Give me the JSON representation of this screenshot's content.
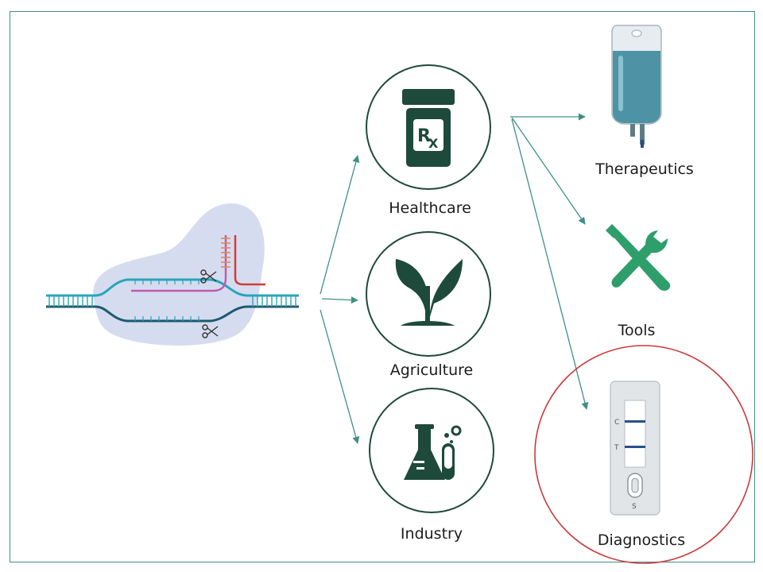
{
  "categories": [
    {
      "id": "healthcare",
      "label": "Healthcare",
      "icon": "rx-bottle-icon"
    },
    {
      "id": "agriculture",
      "label": "Agriculture",
      "icon": "sprout-icon"
    },
    {
      "id": "industry",
      "label": "Industry",
      "icon": "lab-flask-icon"
    }
  ],
  "applications": [
    {
      "id": "therapeutics",
      "label": "Therapeutics",
      "icon": "iv-bag-icon"
    },
    {
      "id": "tools",
      "label": "Tools",
      "icon": "tools-icon"
    },
    {
      "id": "diagnostics",
      "label": "Diagnostics",
      "icon": "test-strip-icon",
      "highlighted": true
    }
  ],
  "source": {
    "icon": "cas-dna-complex-icon"
  },
  "icon_text": {
    "rx": "R",
    "rx_sub": "X",
    "control_line": "C",
    "test_line": "T",
    "sample_well": "S"
  },
  "colors": {
    "frame": "#3f8f86",
    "arrow": "#3f8f86",
    "circle": "#1e4a3b",
    "icon_dark": "#1e4a3b",
    "tools": "#2e9e6a",
    "highlight": "#cc3a3a",
    "dna": "#2aa5b8",
    "blob": "#d6dcf0"
  }
}
